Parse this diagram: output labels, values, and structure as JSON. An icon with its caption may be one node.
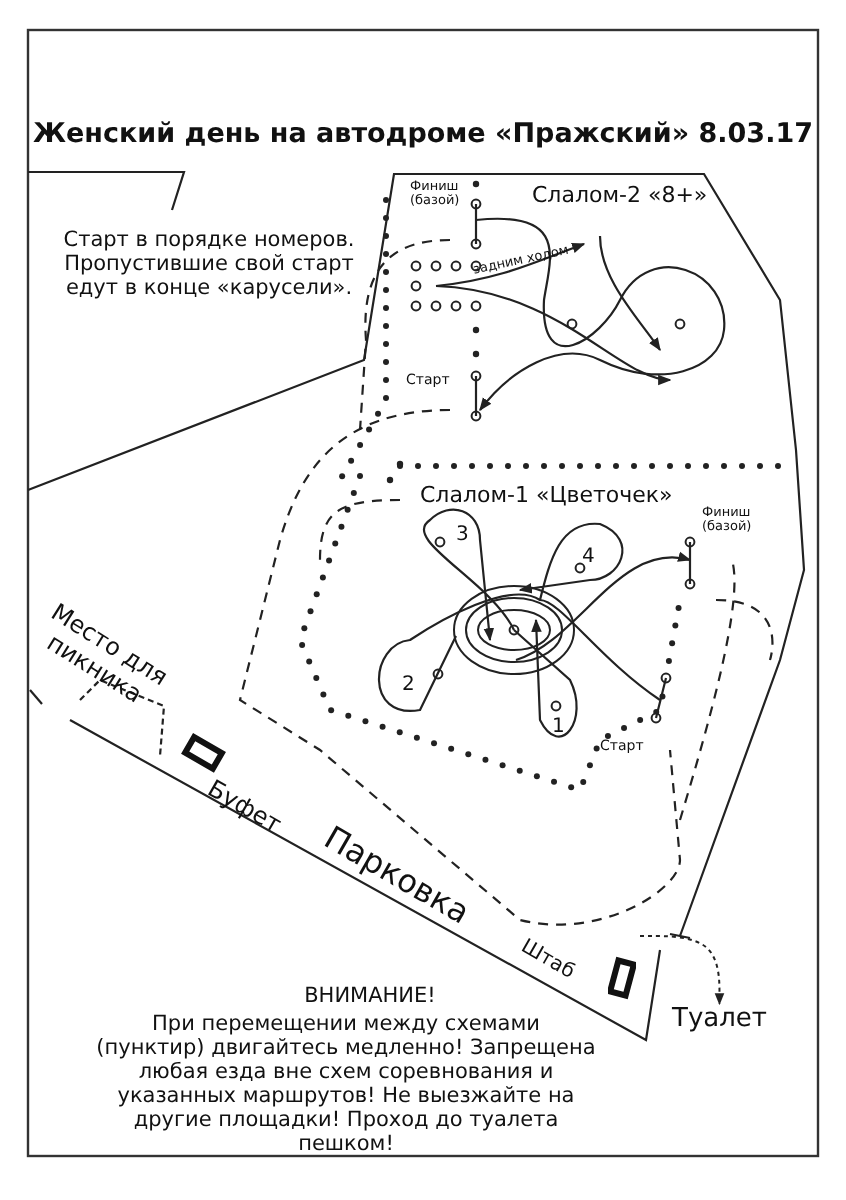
{
  "diagram": {
    "title": "Женский день на автодроме «Пражский» 8.03.17",
    "nodes": [
      {
        "text": [
          "Штаб"
        ]
      },
      {
        "text": [
          "Туалет"
        ]
      }
    ],
    "edges": [
      {
        "from": 0,
        "to": 1,
        "arrow": "to",
        "style": "dashed"
      }
    ],
    "labels": [
      "Старт в порядке номеров. Пропустившие свой старт едут в конце «карусели».",
      "Финиш (базой)",
      "Слалом-2 «8+»",
      "задним ходом",
      "Старт",
      "Слалом-1 «Цветочек»",
      "Финиш (базой)",
      "3",
      "4",
      "2",
      "1",
      "Старт",
      "Место для пикника",
      "Буфет",
      "Парковка",
      "ВНИМАНИЕ!",
      "При перемещении между схемами (пунктир) двигайтесь медленно! Запрещена любая езда вне схем соревнования и указанных маршрутов! Не выезжайте на другие площадки! Проход до туалета пешком!"
    ]
  }
}
